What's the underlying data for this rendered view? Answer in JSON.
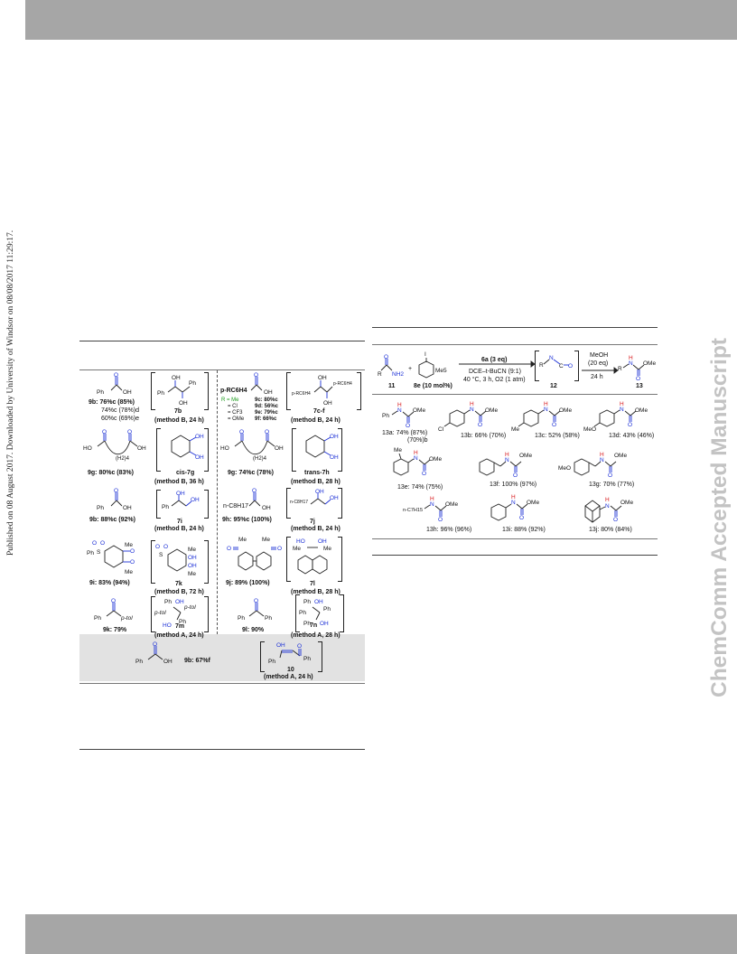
{
  "side_text": "Published on 08 August 2017. Downloaded by University of Windsor on 08/08/2017 11:29:17.",
  "watermark": "ChemComm Accepted Manuscript",
  "left_table": {
    "r1a": {
      "line1": "9b: 76%c (85%)",
      "line2": "74%c (78%)d",
      "line3": "60%c (69%)e",
      "bracket": "7b",
      "method": "(method B, 24 h)"
    },
    "r1b": {
      "sub": "p-RC6H4",
      "r_me": "R = Me",
      "r_cl": "= Cl",
      "r_cf3": "= CF3",
      "r_ome": "= OMe",
      "y1": "9c: 80%c",
      "y2": "9d: 56%c",
      "y3": "9e: 79%c",
      "y4": "9f: 66%c",
      "bracket": "7c-f",
      "method": "(method B, 24 h)"
    },
    "r2a": {
      "yield": "9g: 80%c  (83%)",
      "bracket": "cis-7g",
      "method": "(method B, 36 h)",
      "chain": "(H2)4"
    },
    "r2b": {
      "yield": "9g: 74%c  (78%)",
      "bracket": "trans-7h",
      "method": "(method B, 28 h)",
      "chain": "(H2)4"
    },
    "r3a": {
      "yield": "9b: 88%c (92%)",
      "bracket": "7i",
      "method": "(method B, 24 h)"
    },
    "r3b": {
      "chain": "n-C8H17",
      "yield": "9h: 95%c (100%)",
      "bracket": "7j",
      "method": "(method B, 24 h)"
    },
    "r4a": {
      "yield": "9i: 83% (94%)",
      "bracket": "7k",
      "method": "(method B, 72 h)"
    },
    "r4b": {
      "yield": "9j: 89% (100%)",
      "bracket": "7l",
      "method": "(method B, 28 h)"
    },
    "r5a": {
      "tol": "p-tol",
      "yield": "9k: 79%",
      "bracket": "7m",
      "method": "(method A, 24 h)"
    },
    "r5b": {
      "yield": "9l: 90%",
      "bracket": "7n",
      "method": "(method A, 28 h)"
    },
    "r6": {
      "yield": "9b: 67%f",
      "bracket": "10",
      "method": "(method A, 24 h)"
    }
  },
  "right_table": {
    "scheme": {
      "cmpd11": "11",
      "cmpd8e": "8e (10 mol%)",
      "reagent": "6a (3 eq)",
      "solvent": "DCE–t-BuCN (9:1)",
      "cond": "40 °C, 3 h, O2 (1 atm)",
      "cmpd12": "12",
      "meoh": "MeOH",
      "meoh_eq": "(20 eq)",
      "time": "24 h",
      "cmpd13": "13"
    },
    "products": [
      {
        "id": "13a",
        "text": "13a: 74% (87%)"
      },
      {
        "id": "13b",
        "text": "13b: 66% (70%)"
      },
      {
        "id": "13c",
        "text": "13c: 52% (58%)"
      },
      {
        "id": "13d",
        "text": "13d: 43% (46%)"
      },
      {
        "id": "13e",
        "text": "13e: 74% (75%)"
      },
      {
        "id": "13f",
        "text": "13f: 100% (97%)"
      },
      {
        "id": "13g",
        "text": "13g: 70% (77%)"
      },
      {
        "id": "13h",
        "text": "13h: 96% (96%)"
      },
      {
        "id": "13i",
        "text": "13i: 88% (92%)"
      },
      {
        "id": "13j",
        "text": "13j: 80% (84%)"
      }
    ],
    "note_13a": "(70%)b"
  },
  "colors": {
    "band": "#a6a6a6",
    "watermark": "#c3c3c3",
    "atom_o_n": "#1b2fd6",
    "atom_h": "#d8191c",
    "atom_r": "#1d9b1d"
  }
}
